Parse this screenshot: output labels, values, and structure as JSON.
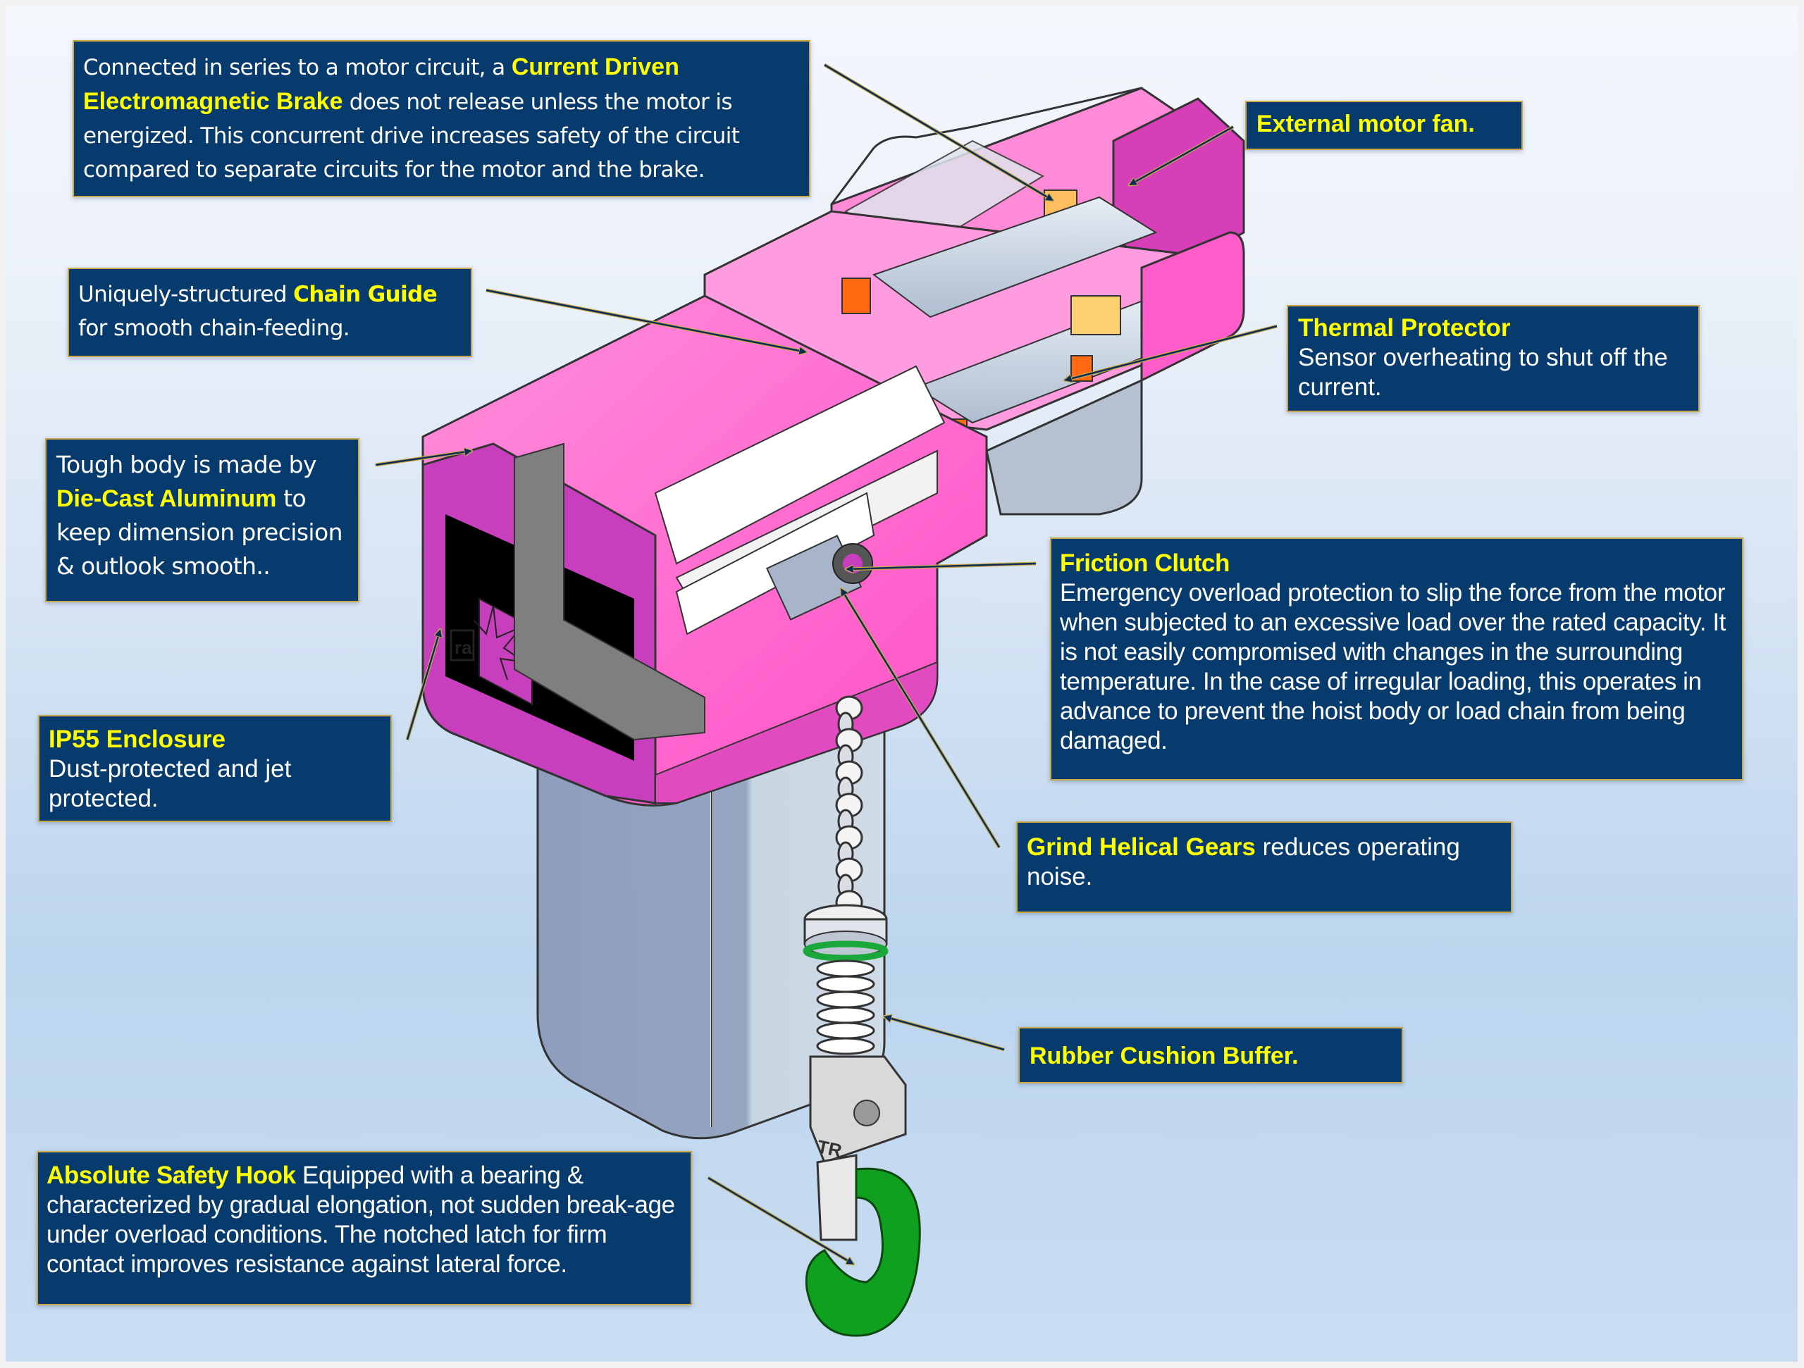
{
  "diagram": {
    "subject": "Electric chain hoist cutaway",
    "colors": {
      "callout_bg": "#073b6e",
      "callout_border": "#c9a94a",
      "highlight_text": "#ffff00",
      "body_text": "#ffffff",
      "housing": "#ff5ccb",
      "hook": "#10a020"
    },
    "callouts": [
      {
        "id": "brake",
        "before": "Connected in series to a motor circuit, a ",
        "highlight": "Current Driven Electromagnetic Brake",
        "after": " does not release unless the motor is energized. This concurrent drive increases safety of the circuit compared to separate circuits for the motor and the brake."
      },
      {
        "id": "fan",
        "highlight": "External motor fan",
        "after": "."
      },
      {
        "id": "chain-guide",
        "before": "Uniquely-structured ",
        "highlight": "Chain Guide",
        "after": " for smooth chain-feeding."
      },
      {
        "id": "thermal",
        "title": "Thermal Protector",
        "body": "Sensor overheating to shut off the current."
      },
      {
        "id": "body",
        "before": "Tough body is made by ",
        "highlight": "Die-Cast Aluminum",
        "after": " to keep dimension precision & outlook smooth.."
      },
      {
        "id": "clutch",
        "title": "Friction Clutch",
        "body": "Emergency overload protection to slip the force from the motor when subjected to an excessive load over the rated capacity. It is not easily compromised with changes in the surrounding temperature. In the case of irregular loading, this operates in advance to prevent the hoist body or load chain from being damaged."
      },
      {
        "id": "enclosure",
        "title": "IP55 Enclosure",
        "body": "Dust-protected and jet protected."
      },
      {
        "id": "gears",
        "highlight": "Grind Helical Gears",
        "after": " reduces operating noise."
      },
      {
        "id": "buffer",
        "highlight": "Rubber Cushion Buffer."
      },
      {
        "id": "hook",
        "highlight": "Absolute Safety Hook",
        "after": " Equipped with a bearing & characterized by gradual elongation, not sudden break-age under overload conditions. The notched latch for firm contact improves resistance against lateral force."
      }
    ],
    "hook_marking": "TR"
  }
}
